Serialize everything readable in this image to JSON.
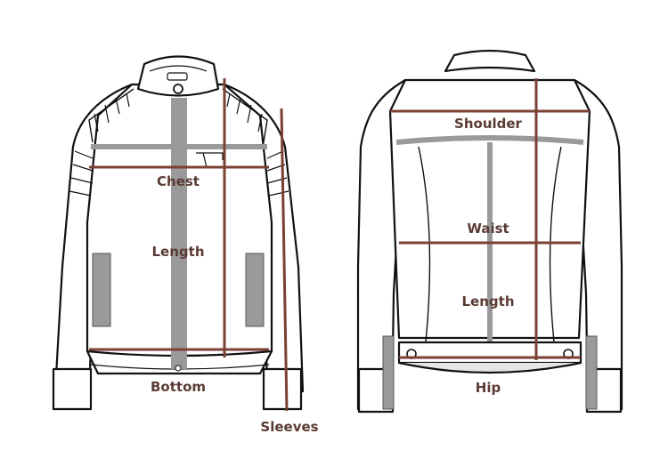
{
  "diagram": {
    "type": "jacket-size-guide",
    "colors": {
      "measure_line": "#7a4134",
      "label_text": "#5a3b34",
      "outline": "#111111",
      "zipper_gray": "#9a9a9a"
    },
    "front_view": {
      "labels": {
        "chest": "Chest",
        "length": "Length",
        "bottom": "Bottom",
        "sleeves": "Sleeves"
      }
    },
    "back_view": {
      "labels": {
        "shoulder": "Shoulder",
        "waist": "Waist",
        "length": "Length",
        "hip": "Hip"
      }
    }
  }
}
